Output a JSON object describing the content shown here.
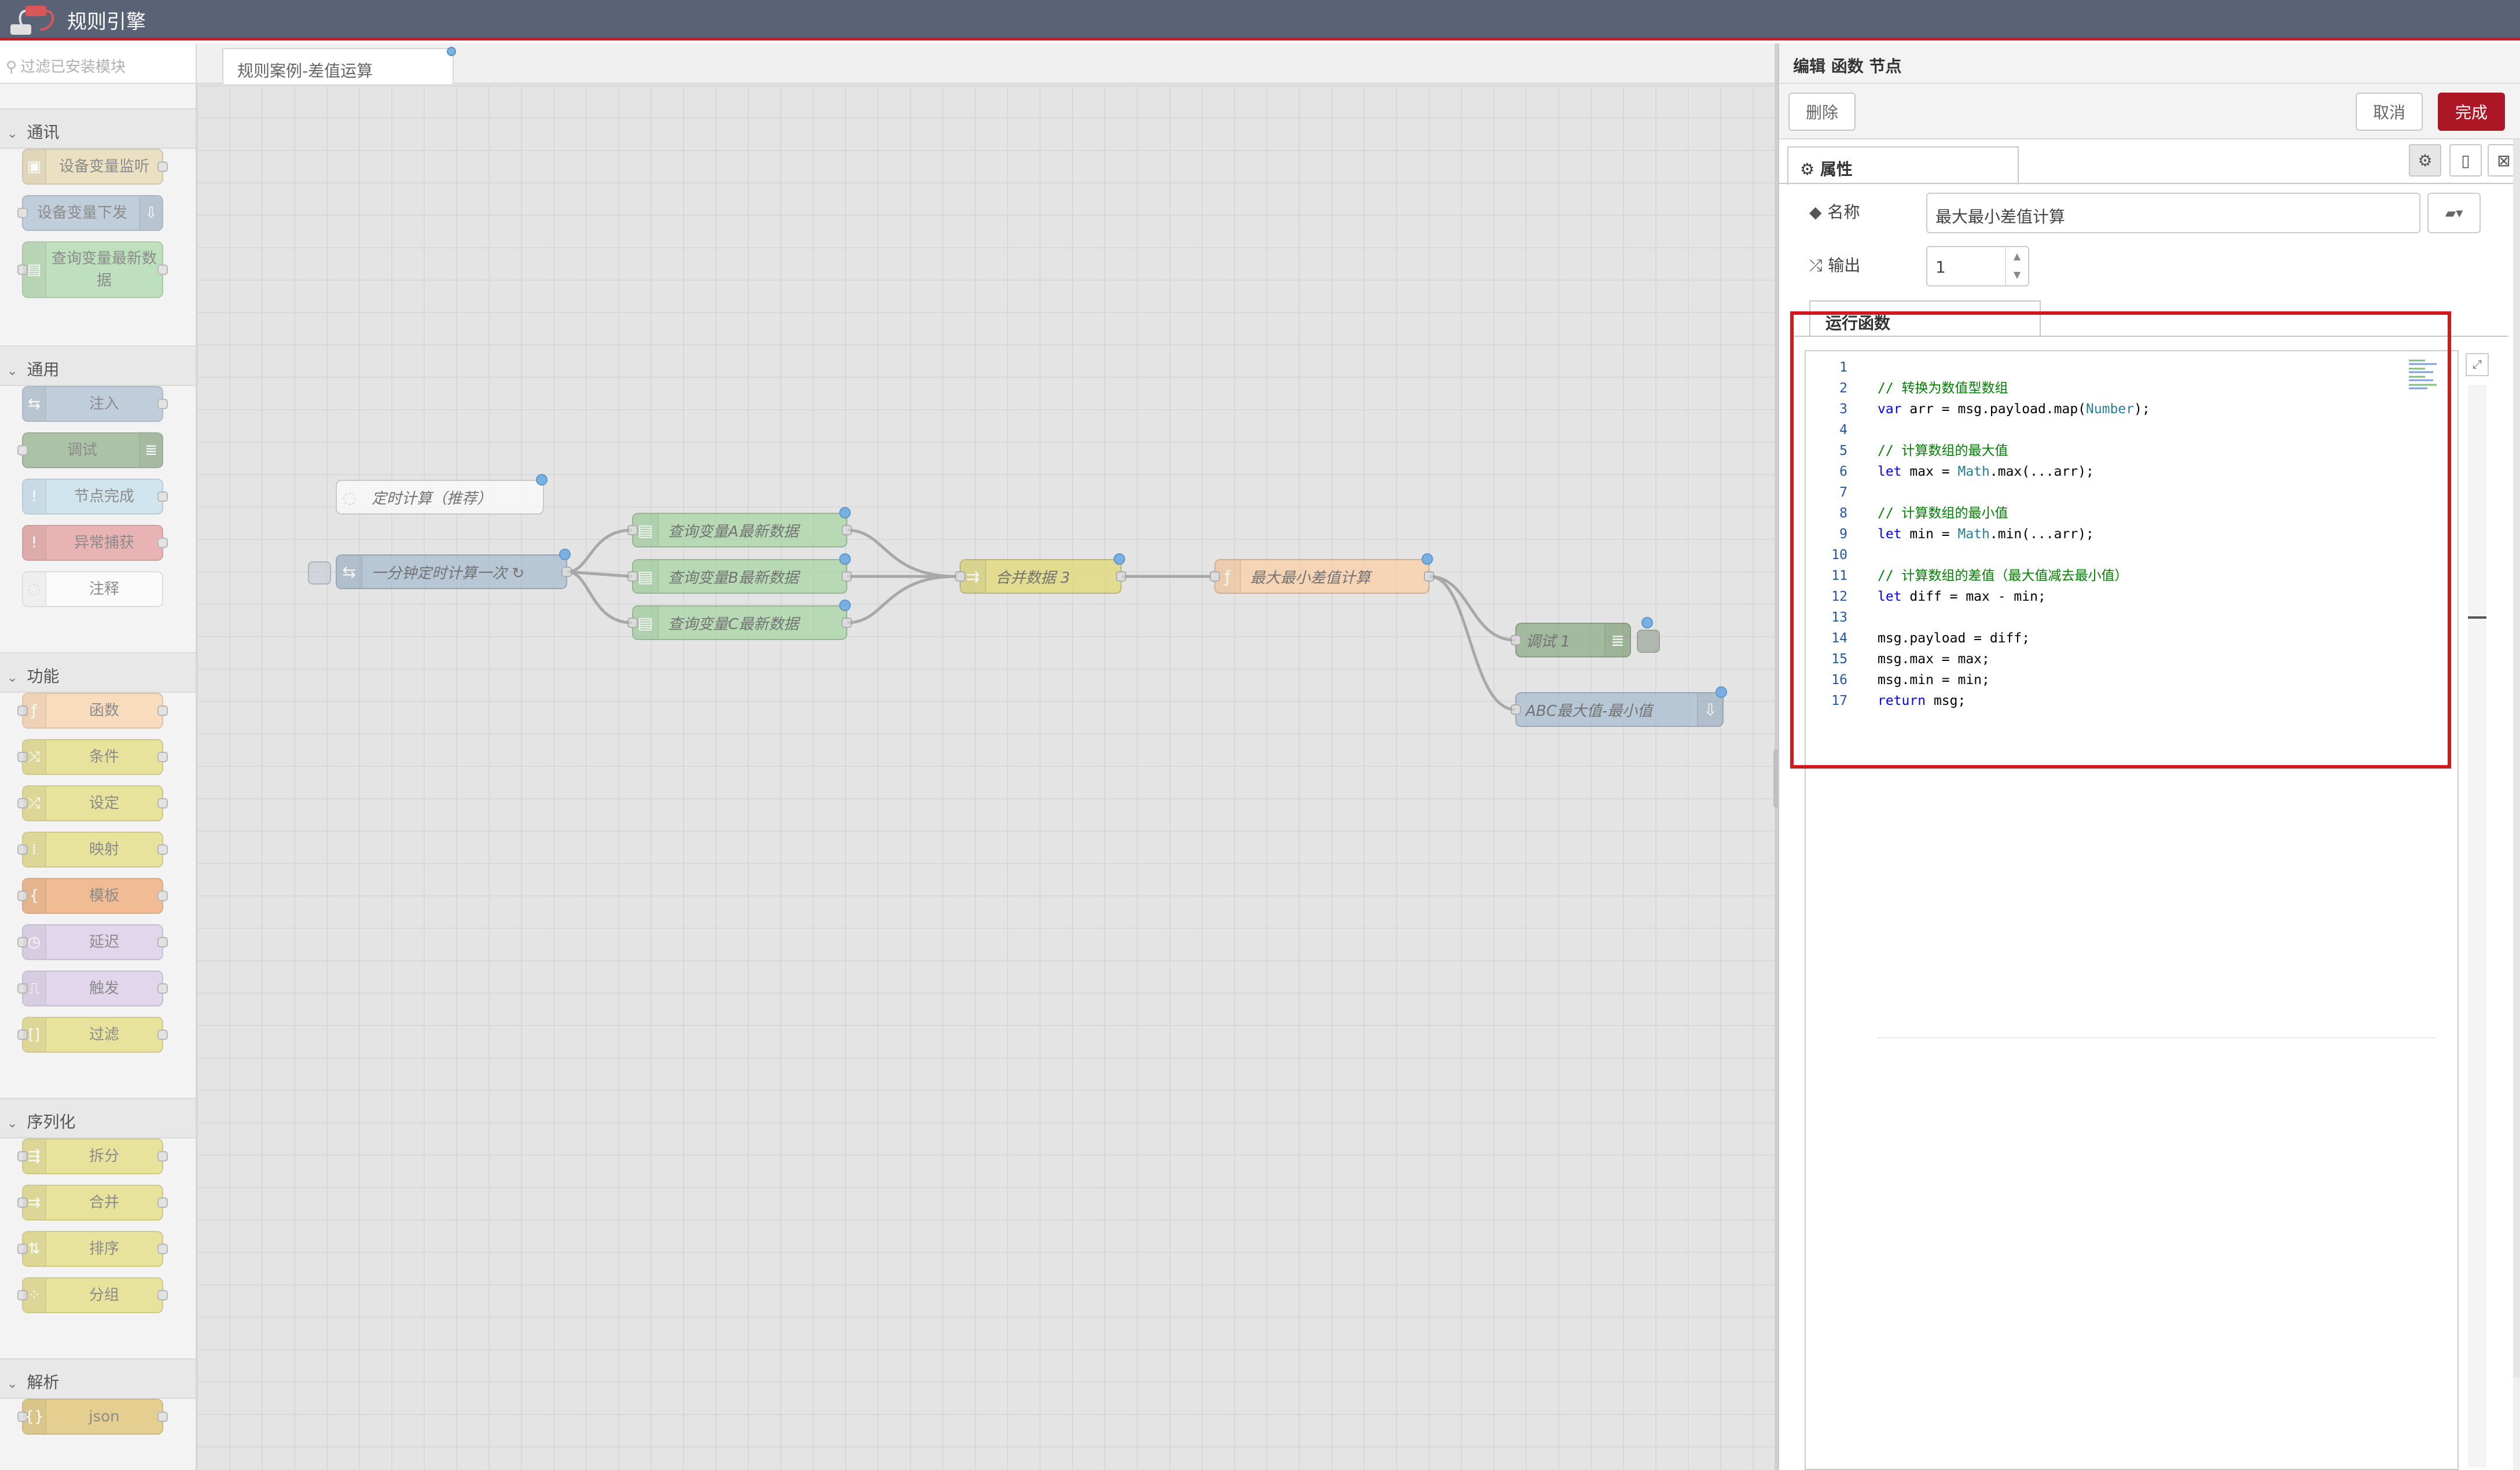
{
  "app": {
    "title": "规则引擎"
  },
  "palette": {
    "search_placeholder": "过滤已安装模块",
    "categories": [
      {
        "name": "通讯",
        "nodes": [
          "设备变量监听",
          "设备变量下发",
          "查询变量最新数据"
        ]
      },
      {
        "name": "通用",
        "nodes": [
          "注入",
          "调试",
          "节点完成",
          "异常捕获",
          "注释"
        ]
      },
      {
        "name": "功能",
        "nodes": [
          "函数",
          "条件",
          "设定",
          "映射",
          "模板",
          "延迟",
          "触发",
          "过滤"
        ]
      },
      {
        "name": "序列化",
        "nodes": [
          "拆分",
          "合并",
          "排序",
          "分组"
        ]
      },
      {
        "name": "解析",
        "nodes": [
          "json"
        ]
      }
    ]
  },
  "workspace": {
    "tab_label": "规则案例-差值运算",
    "flow_nodes": {
      "comment": "定时计算（推荐）",
      "inject": "一分钟定时计算一次 ↻",
      "query_a": "查询变量A最新数据",
      "query_b": "查询变量B最新数据",
      "query_c": "查询变量C最新数据",
      "join": "合并数据 3",
      "function": "最大最小差值计算",
      "debug": "调试 1",
      "send": "ABC最大值-最小值"
    }
  },
  "tray": {
    "title": "编辑 函数 节点",
    "buttons": {
      "delete": "删除",
      "cancel": "取消",
      "done": "完成"
    },
    "tab_properties": "属性",
    "name_label": "名称",
    "name_value": "最大最小差值计算",
    "outputs_label": "输出",
    "outputs_value": "1",
    "func_tab": "运行函数",
    "code": [
      {
        "n": "1",
        "t": ""
      },
      {
        "n": "2",
        "t": "// 转换为数值型数组"
      },
      {
        "n": "3",
        "t": "var arr = msg.payload.map(Number);"
      },
      {
        "n": "4",
        "t": ""
      },
      {
        "n": "5",
        "t": "// 计算数组的最大值"
      },
      {
        "n": "6",
        "t": "let max = Math.max(...arr);"
      },
      {
        "n": "7",
        "t": ""
      },
      {
        "n": "8",
        "t": "// 计算数组的最小值"
      },
      {
        "n": "9",
        "t": "let min = Math.min(...arr);"
      },
      {
        "n": "10",
        "t": ""
      },
      {
        "n": "11",
        "t": "// 计算数组的差值（最大值减去最小值）"
      },
      {
        "n": "12",
        "t": "let diff = max - min;"
      },
      {
        "n": "13",
        "t": ""
      },
      {
        "n": "14",
        "t": "msg.payload = diff;"
      },
      {
        "n": "15",
        "t": "msg.max = max;"
      },
      {
        "n": "16",
        "t": "msg.min = min;"
      },
      {
        "n": "17",
        "t": "return msg;"
      }
    ]
  },
  "colors": {
    "header": "#5a6275",
    "accent_red": "#ad1625",
    "highlight": "#d21a1a",
    "comm_node": "#e7d8a8",
    "send_node": "#a6bbcf",
    "query_node": "#a4d6a0",
    "function_node": "#fdd0a2",
    "join_node": "#e2d96e",
    "debug_node": "#87a980"
  },
  "icons": [
    "logo-icon",
    "search-icon",
    "chevron-down-icon",
    "gear-icon",
    "tag-icon",
    "shuffle-icon",
    "book-icon",
    "expand-icon",
    "document-icon",
    "layout-icon"
  ]
}
